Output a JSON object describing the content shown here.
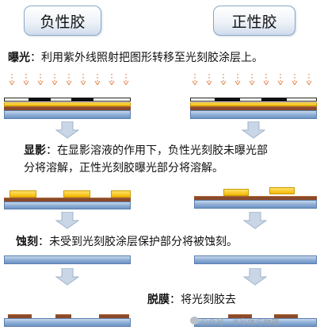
{
  "headers": {
    "negative": "负性胶",
    "positive": "正性胶"
  },
  "steps": {
    "exposure": {
      "title": "曝光",
      "desc": "：利用紫外线照射把图形转移至光刻胶涂层上。"
    },
    "develop": {
      "title": "显影",
      "desc_line1": "：在显影溶液的作用下，负性光刻胶未曝光部",
      "desc_line2": "分将溶解，正性光刻胶曝光部分将溶解。"
    },
    "etch": {
      "title": "蚀刻",
      "desc": "：未受到光刻胶涂层保护部分将被蚀刻。"
    },
    "strip": {
      "title": "脱膜",
      "desc": "：将光刻胶去"
    }
  },
  "watermark": "公众号 · 半导体与物理",
  "colors": {
    "uv_arrow": "#e0834a",
    "resist": "#f4b800",
    "metal": "#8a4a2a",
    "substrate": "#6e93c4",
    "flow_arrow": "#b7c9de"
  }
}
